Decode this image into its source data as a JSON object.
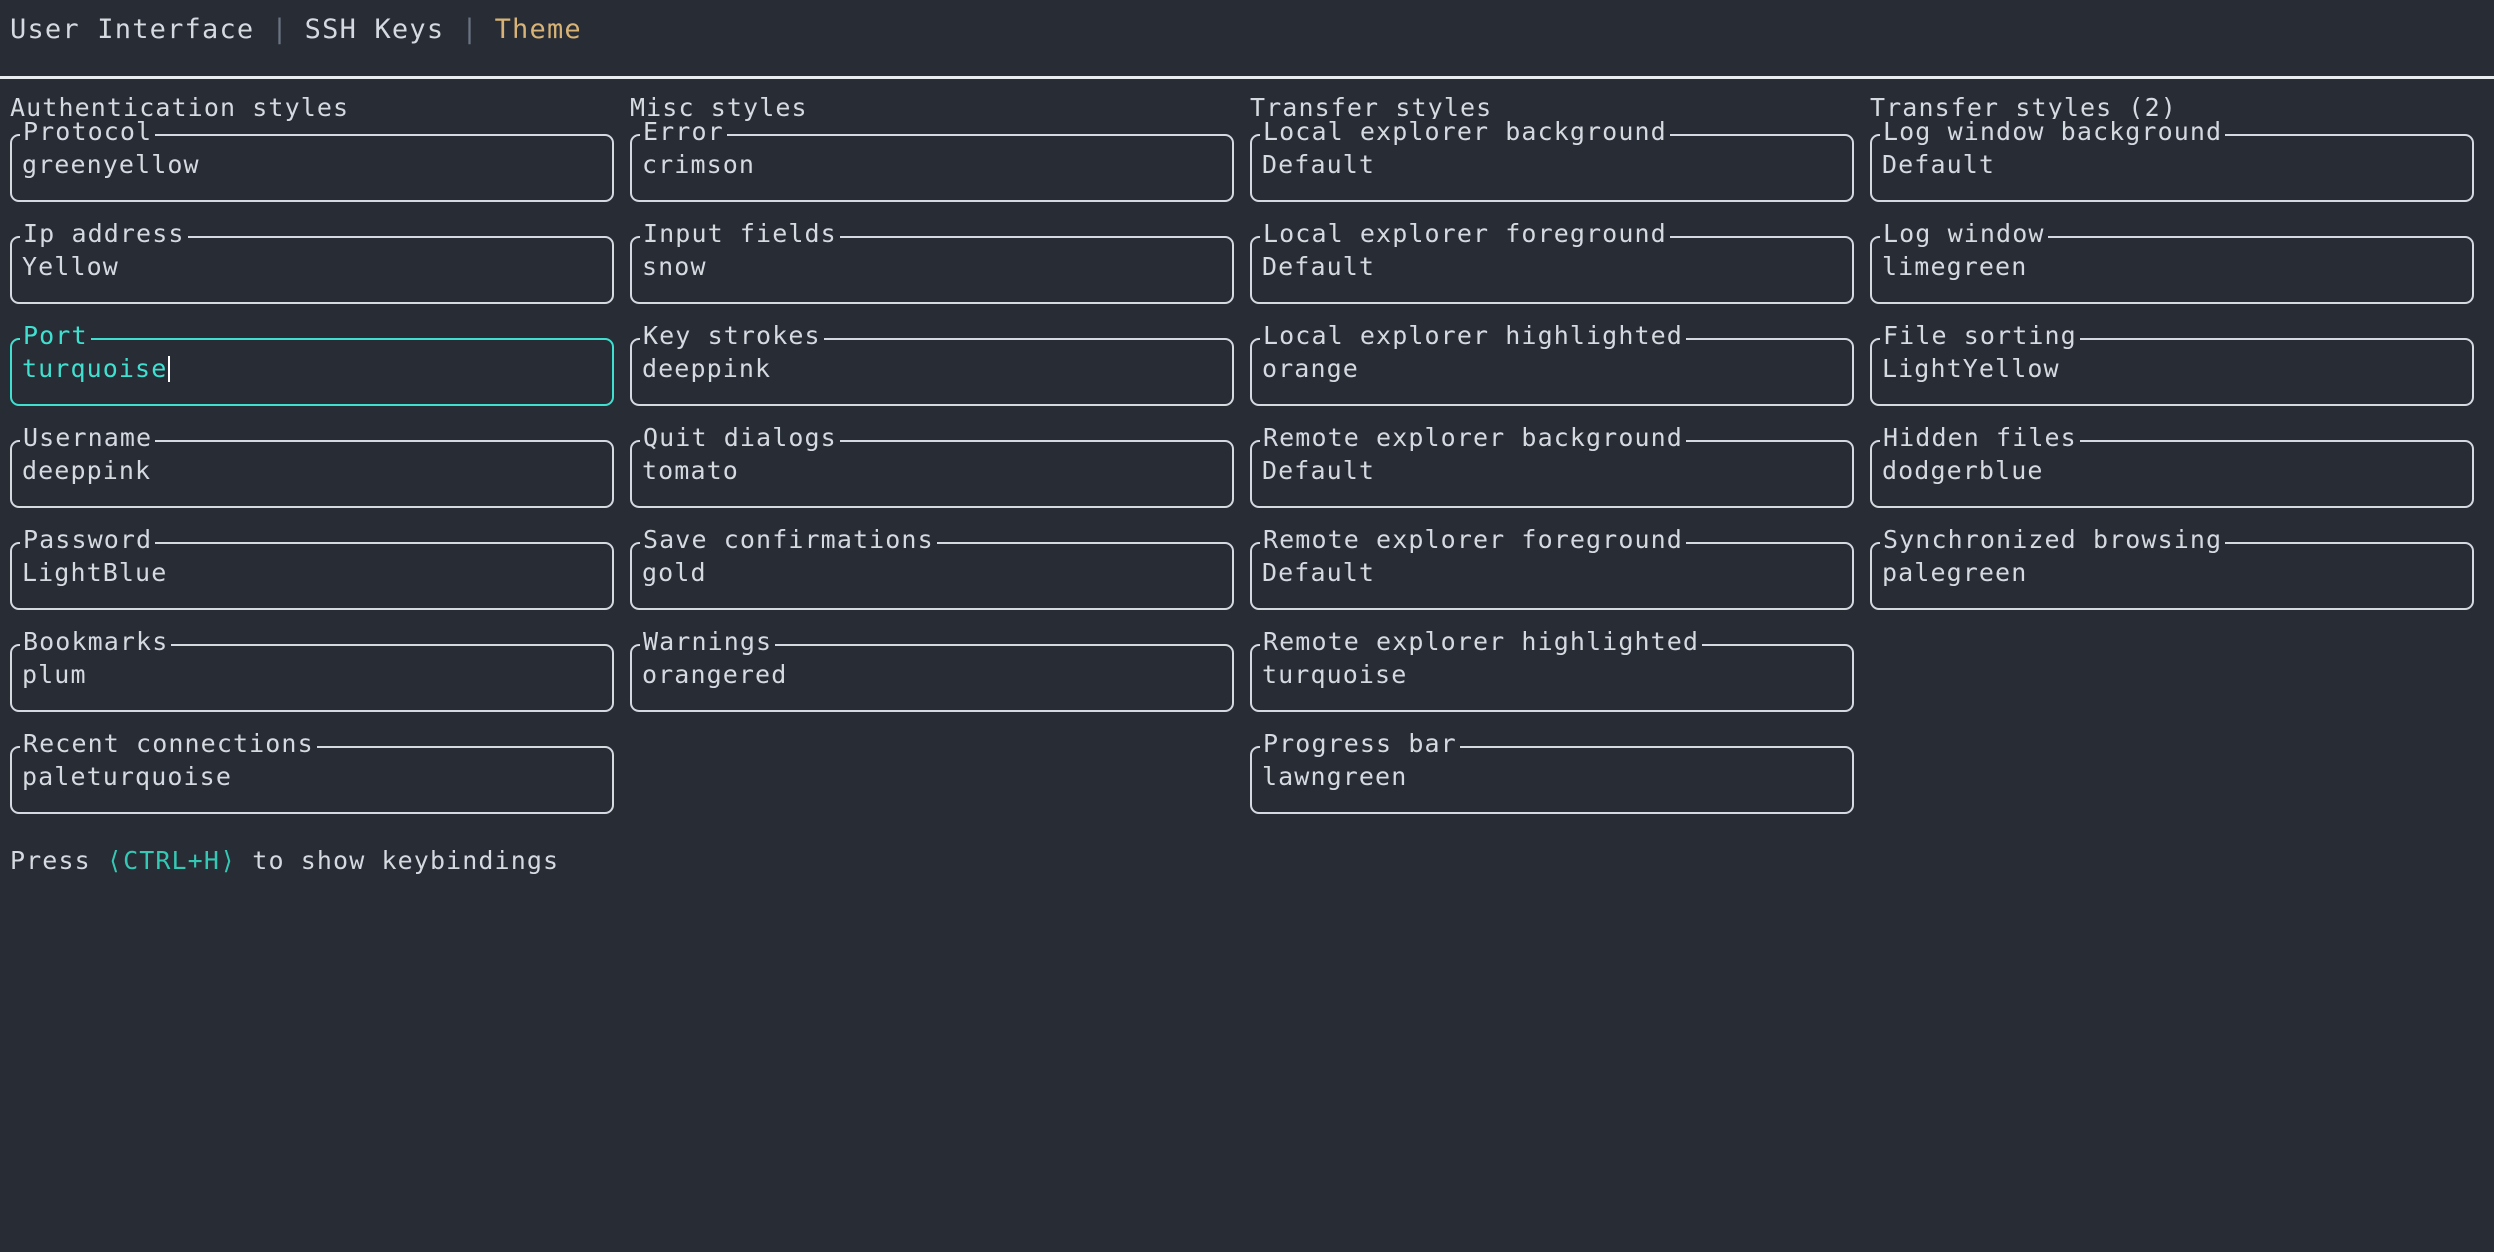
{
  "tabs": [
    {
      "label": "User Interface",
      "active": false
    },
    {
      "label": "SSH Keys",
      "active": false
    },
    {
      "label": "Theme",
      "active": true
    }
  ],
  "tab_separator": "|",
  "colors": {
    "background": "#272c35",
    "foreground": "#d5d9e0",
    "accent_active_tab": "#d7b377",
    "focus": "#40e0d0",
    "hint_key": "#35c8b5",
    "divider": "#e9ecef"
  },
  "columns": [
    {
      "title": "Authentication styles",
      "fields": [
        {
          "label": "Protocol",
          "value": "greenyellow",
          "focused": false
        },
        {
          "label": "Ip address",
          "value": "Yellow",
          "focused": false
        },
        {
          "label": "Port",
          "value": "turquoise",
          "focused": true
        },
        {
          "label": "Username",
          "value": "deeppink",
          "focused": false
        },
        {
          "label": "Password",
          "value": "LightBlue",
          "focused": false
        },
        {
          "label": "Bookmarks",
          "value": "plum",
          "focused": false
        },
        {
          "label": "Recent connections",
          "value": "paleturquoise",
          "focused": false
        }
      ]
    },
    {
      "title": "Misc styles",
      "fields": [
        {
          "label": "Error",
          "value": "crimson",
          "focused": false
        },
        {
          "label": "Input fields",
          "value": "snow",
          "focused": false
        },
        {
          "label": "Key strokes",
          "value": "deeppink",
          "focused": false
        },
        {
          "label": "Quit dialogs",
          "value": "tomato",
          "focused": false
        },
        {
          "label": "Save confirmations",
          "value": "gold",
          "focused": false
        },
        {
          "label": "Warnings",
          "value": "orangered",
          "focused": false
        }
      ]
    },
    {
      "title": "Transfer styles",
      "fields": [
        {
          "label": "Local explorer background",
          "value": "Default",
          "focused": false
        },
        {
          "label": "Local explorer foreground",
          "value": "Default",
          "focused": false
        },
        {
          "label": "Local explorer highlighted",
          "value": "orange",
          "focused": false
        },
        {
          "label": "Remote explorer background",
          "value": "Default",
          "focused": false
        },
        {
          "label": "Remote explorer foreground",
          "value": "Default",
          "focused": false
        },
        {
          "label": "Remote explorer highlighted",
          "value": "turquoise",
          "focused": false
        },
        {
          "label": "Progress bar",
          "value": "lawngreen",
          "focused": false
        }
      ]
    },
    {
      "title": "Transfer styles (2)",
      "fields": [
        {
          "label": "Log window background",
          "value": "Default",
          "focused": false
        },
        {
          "label": "Log window",
          "value": "limegreen",
          "focused": false
        },
        {
          "label": "File sorting",
          "value": "LightYellow",
          "focused": false
        },
        {
          "label": "Hidden files",
          "value": "dodgerblue",
          "focused": false
        },
        {
          "label": "Synchronized browsing",
          "value": "palegreen",
          "focused": false
        }
      ]
    }
  ],
  "hint": {
    "prefix": "Press ",
    "key": "⟨CTRL+H⟩",
    "suffix": " to show keybindings"
  }
}
